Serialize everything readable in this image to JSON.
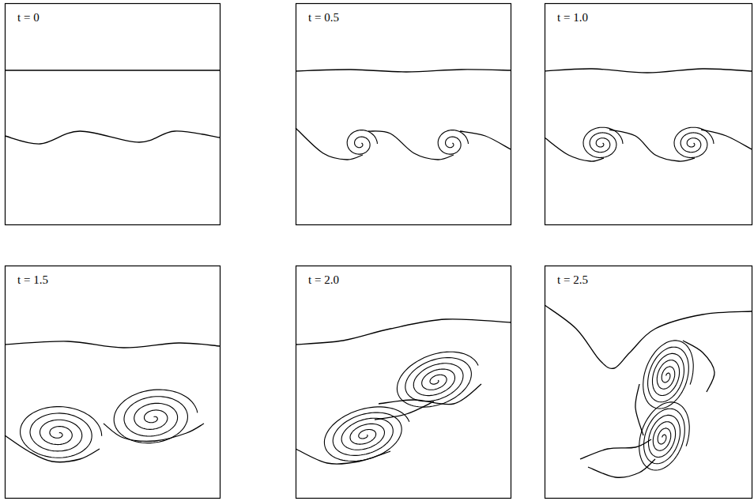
{
  "diagram": {
    "labels": [
      "t = 0",
      "t = 0.5",
      "t = 1.0",
      "t = 1.5",
      "t = 2.0",
      "t = 2.5"
    ]
  }
}
